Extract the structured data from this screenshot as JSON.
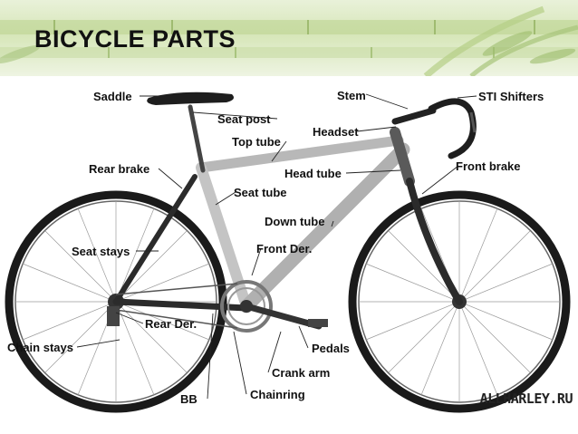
{
  "title": "BICYCLE PARTS",
  "labels": {
    "saddle": "Saddle",
    "seat_post": "Seat post",
    "top_tube": "Top tube",
    "stem": "Stem",
    "sti_shifters": "STI Shifters",
    "headset": "Headset",
    "rear_brake": "Rear brake",
    "head_tube": "Head tube",
    "front_brake": "Front brake",
    "seat_tube": "Seat tube",
    "down_tube": "Down tube",
    "seat_stays": "Seat stays",
    "front_der": "Front Der.",
    "rear_der": "Rear Der.",
    "chain_stays": "Chain stays",
    "pedals": "Pedals",
    "crank_arm": "Crank arm",
    "bb": "BB",
    "chainring": "Chainring"
  },
  "watermark": "ALLHARLEY.RU"
}
